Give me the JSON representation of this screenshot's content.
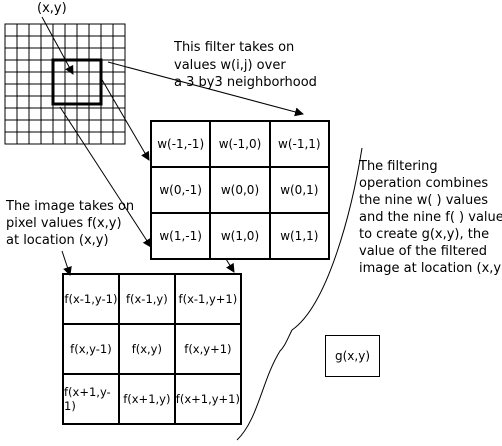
{
  "labels": {
    "xy_label": "(x,y)",
    "filter_desc": [
      "This filter takes on",
      "values w(i,j) over",
      "a 3 by3 neighborhood"
    ],
    "image_desc": [
      "The image takes on",
      "pixel values f(x,y)",
      "at location (x,y)"
    ],
    "operation_desc": [
      "The filtering",
      "operation combines",
      "the nine w( ) values",
      "and the nine f( ) values",
      "to create g(x,y), the",
      "value of the filtered",
      "image at location (x,y)"
    ]
  },
  "w_grid": [
    [
      "w(-1,-1)",
      "w(-1,0)",
      "w(-1,1)"
    ],
    [
      "w(0,-1)",
      "w(0,0)",
      "w(0,1)"
    ],
    [
      "w(1,-1)",
      "w(1,0)",
      "w(1,1)"
    ]
  ],
  "f_grid": [
    [
      "f(x-1,y-1)",
      "f(x-1,y)",
      "f(x-1,y+1)"
    ],
    [
      "f(x,y-1)",
      "f(x,y)",
      "f(x,y+1)"
    ],
    [
      "f(x+1,y-1)",
      "f(x+1,y)",
      "f(x+1,y+1)"
    ]
  ],
  "result": "g(x,y)"
}
